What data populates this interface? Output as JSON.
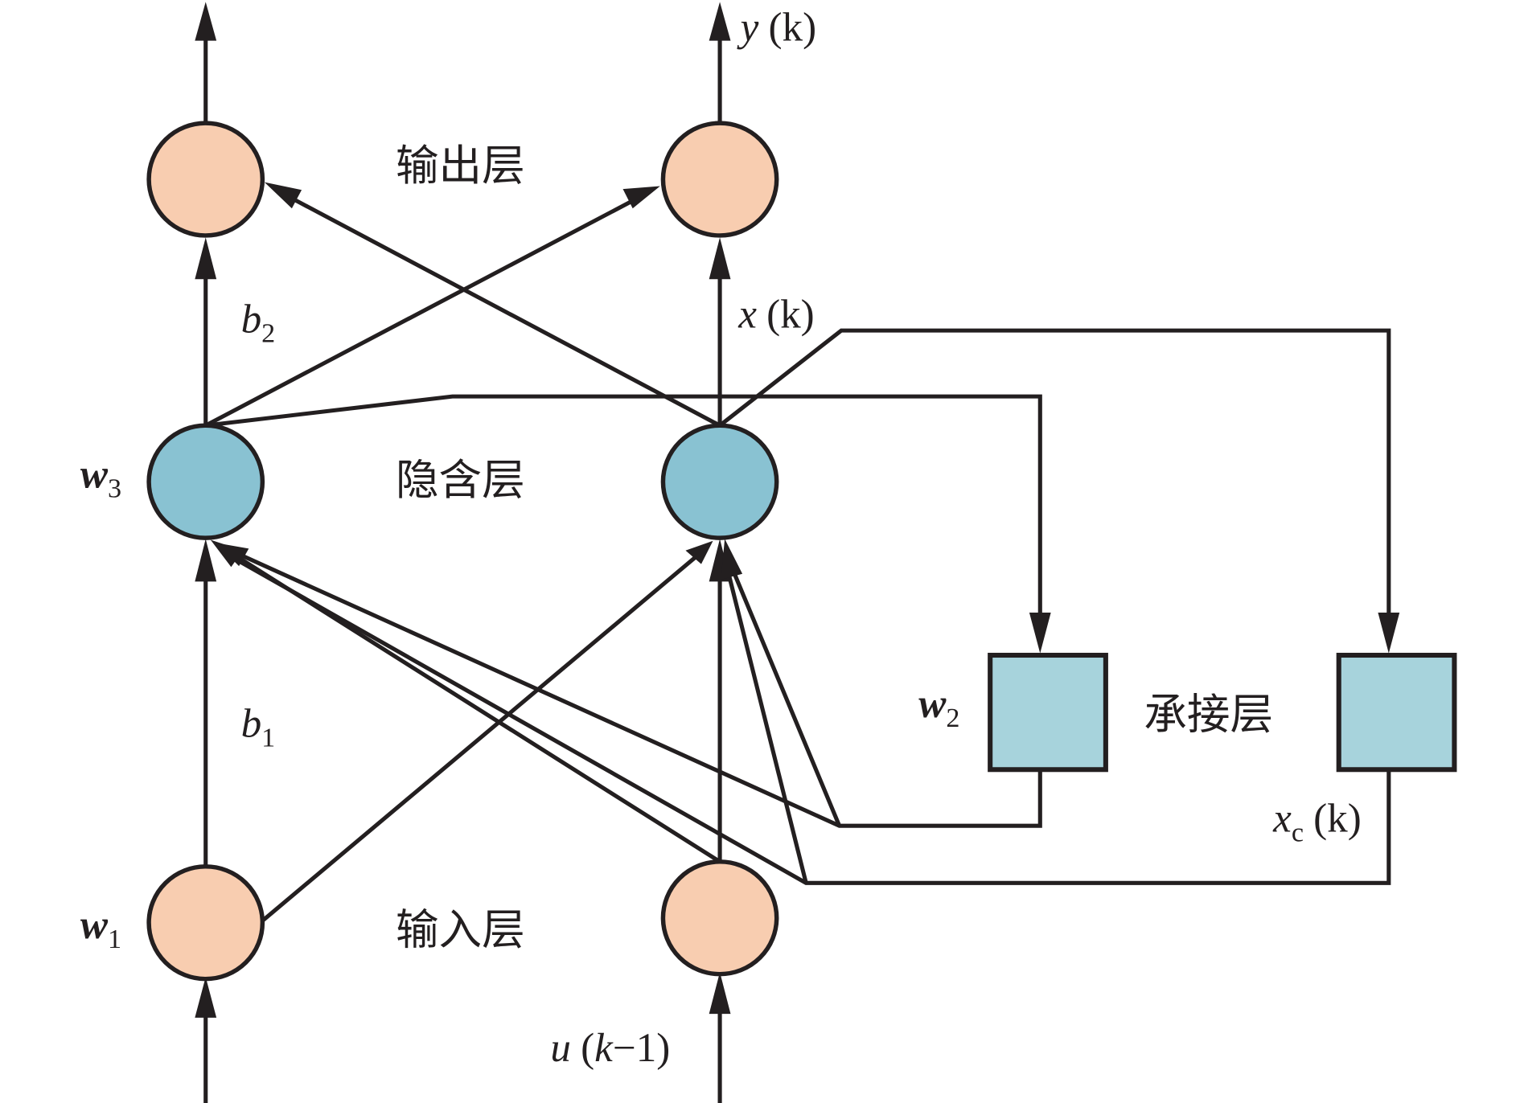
{
  "diagram": {
    "type": "Elman neural network structure",
    "colors": {
      "line": "#231f20",
      "io_node": "#f8cdb0",
      "hidden_node": "#89c2d2",
      "context_box": "#a7d3dc"
    },
    "layers": {
      "output": "输出层",
      "hidden": "隐含层",
      "input": "输入层",
      "context": "承接层"
    },
    "labels": {
      "y_main": "y",
      "y_arg": "(k)",
      "x_main": "x",
      "x_arg": "(k)",
      "xc_main": "x",
      "xc_sub": "c",
      "xc_arg": "(k)",
      "u_main": "u",
      "u_arg_open": "(",
      "u_arg_k": "k",
      "u_arg_rest": "−1)",
      "b2_main": "b",
      "b2_sub": "2",
      "b1_main": "b",
      "b1_sub": "1",
      "w3_main": "w",
      "w3_sub": "3",
      "w2_main": "w",
      "w2_sub": "2",
      "w1_main": "w",
      "w1_sub": "1"
    },
    "nodes": {
      "output": 2,
      "hidden": 2,
      "input": 2,
      "context": 2
    }
  }
}
